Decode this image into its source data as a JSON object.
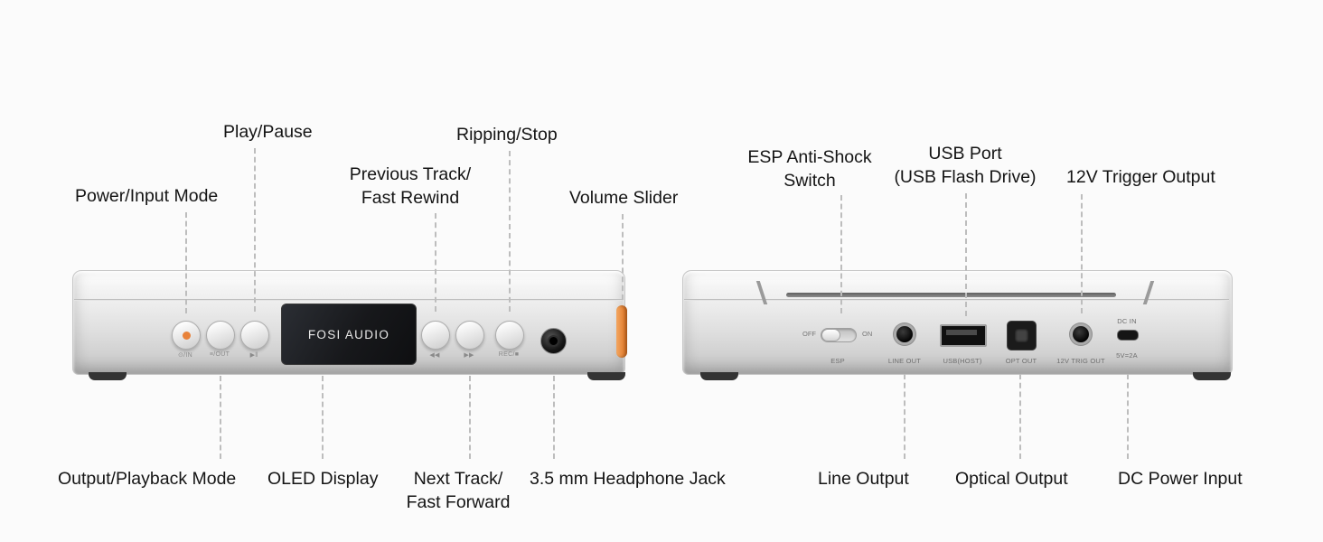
{
  "front": {
    "display_brand": "FOSI AUDIO",
    "glyphs": [
      "⊙/IN",
      "≡/OUT",
      "▶‖",
      "◀◀",
      "▶▶",
      "REC/■"
    ],
    "callouts_top": [
      {
        "label": "Power/Input Mode"
      },
      {
        "label": "Play/Pause"
      },
      {
        "label": "Previous Track/\nFast Rewind"
      },
      {
        "label": "Ripping/Stop"
      },
      {
        "label": "Volume Slider"
      }
    ],
    "callouts_bottom": [
      {
        "label": "Output/Playback Mode"
      },
      {
        "label": "OLED Display"
      },
      {
        "label": "Next Track/\nFast Forward"
      },
      {
        "label": "3.5 mm Headphone Jack"
      }
    ]
  },
  "rear": {
    "switch": {
      "off": "OFF",
      "on": "ON"
    },
    "ports": {
      "esp": "ESP",
      "line_out": "LINE OUT",
      "usb": "USB(HOST)",
      "opt": "OPT OUT",
      "trig": "12V TRIG OUT",
      "dc_in": "DC IN",
      "dc_spec": "5V=2A"
    },
    "callouts_top": [
      {
        "label": "ESP Anti-Shock\nSwitch"
      },
      {
        "label": "USB Port\n(USB Flash Drive)"
      },
      {
        "label": "12V Trigger Output"
      }
    ],
    "callouts_bottom": [
      {
        "label": "Line Output"
      },
      {
        "label": "Optical Output"
      },
      {
        "label": "DC Power Input"
      }
    ]
  }
}
